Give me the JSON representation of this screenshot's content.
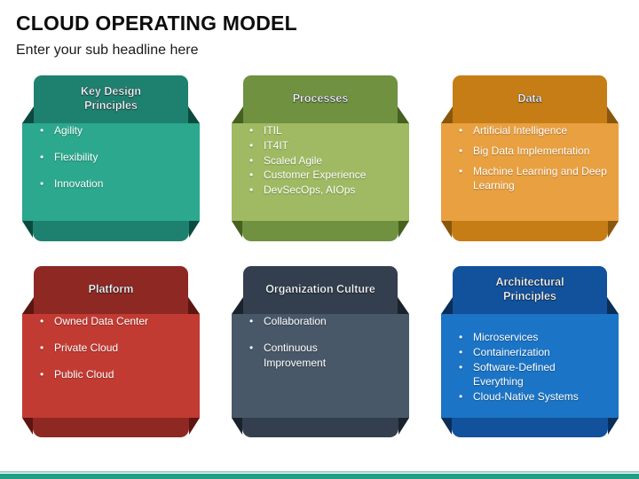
{
  "slide": {
    "title": "CLOUD OPERATING MODEL",
    "subtitle": "Enter your sub headline here",
    "footer_bar_color": "#1fa084",
    "footer_accent_color": "#a6cbd2"
  },
  "boxes": [
    {
      "id": "key-design-principles",
      "title": "Key Design Principles",
      "items": [
        "Agility",
        "Flexibility",
        "Innovation"
      ],
      "colors": {
        "header": "#1e8170",
        "body": "#2ba88d",
        "fold": "#0b4a3e"
      }
    },
    {
      "id": "processes",
      "title": "Processes",
      "items": [
        "ITIL",
        "IT4IT",
        "Scaled Agile",
        "Customer Experience",
        "DevSecOps, AIOps"
      ],
      "colors": {
        "header": "#6f9140",
        "body": "#9fba62",
        "fold": "#45601f"
      }
    },
    {
      "id": "data",
      "title": "Data",
      "items": [
        "Artificial Intelligence",
        "Big Data Implementation",
        "Machine Learning and Deep Learning"
      ],
      "colors": {
        "header": "#c67d16",
        "body": "#e9a040",
        "fold": "#8a560c"
      }
    },
    {
      "id": "platform",
      "title": "Platform",
      "items": [
        "Owned Data Center",
        "Private Cloud",
        "Public Cloud"
      ],
      "colors": {
        "header": "#8e2823",
        "body": "#c13b33",
        "fold": "#5c1511"
      }
    },
    {
      "id": "organization-culture",
      "title": "Organization Culture",
      "items": [
        "Collaboration",
        "Continuous Improvement"
      ],
      "colors": {
        "header": "#333f4e",
        "body": "#485868",
        "fold": "#1a222c"
      }
    },
    {
      "id": "architectural-principles",
      "title": "Architectural Principles",
      "items": [
        "Microservices",
        "Containerization",
        "Software-Defined Everything",
        "Cloud-Native Systems"
      ],
      "colors": {
        "header": "#12519c",
        "body": "#1b74c5",
        "fold": "#092e58"
      }
    }
  ]
}
